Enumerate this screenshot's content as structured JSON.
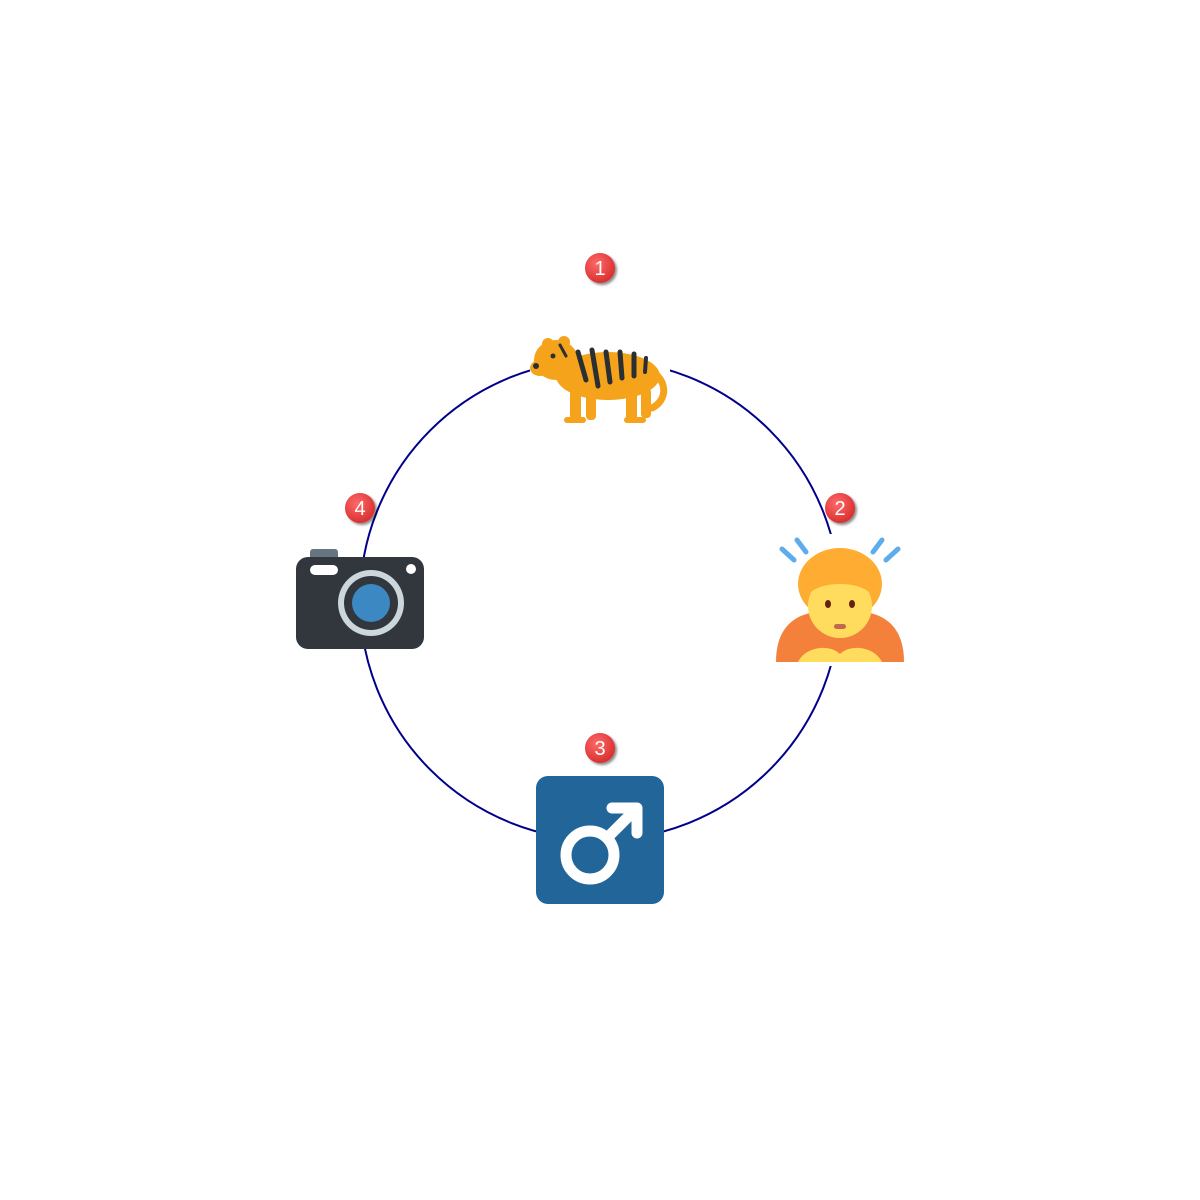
{
  "diagram": {
    "ring_color": "#00008b",
    "badge_color": "#e8383d",
    "items": [
      {
        "number": "1",
        "icon": "tiger-icon"
      },
      {
        "number": "2",
        "icon": "person-bowing-icon"
      },
      {
        "number": "3",
        "icon": "male-sign-icon"
      },
      {
        "number": "4",
        "icon": "camera-icon"
      }
    ]
  }
}
